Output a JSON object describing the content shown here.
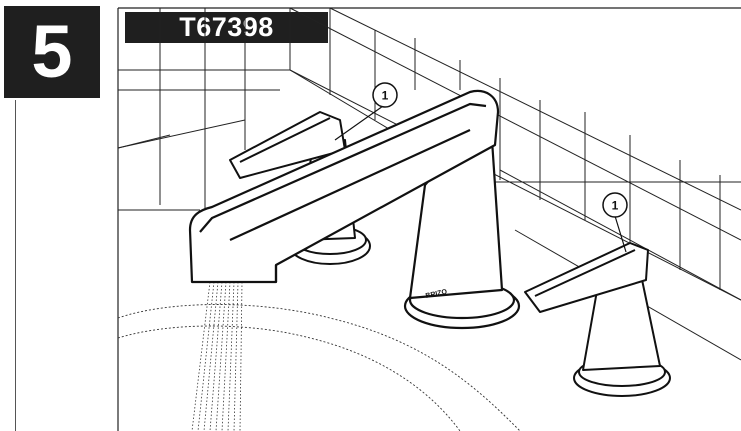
{
  "step": {
    "number": "5"
  },
  "model": {
    "code": "T67398"
  },
  "callouts": [
    {
      "id": "left-handle",
      "label": "1"
    },
    {
      "id": "right-handle",
      "label": "1"
    }
  ],
  "brand_logo": "BRIZO",
  "colors": {
    "ink": "#1f1f1f",
    "line": "#222222",
    "paper": "#ffffff"
  }
}
